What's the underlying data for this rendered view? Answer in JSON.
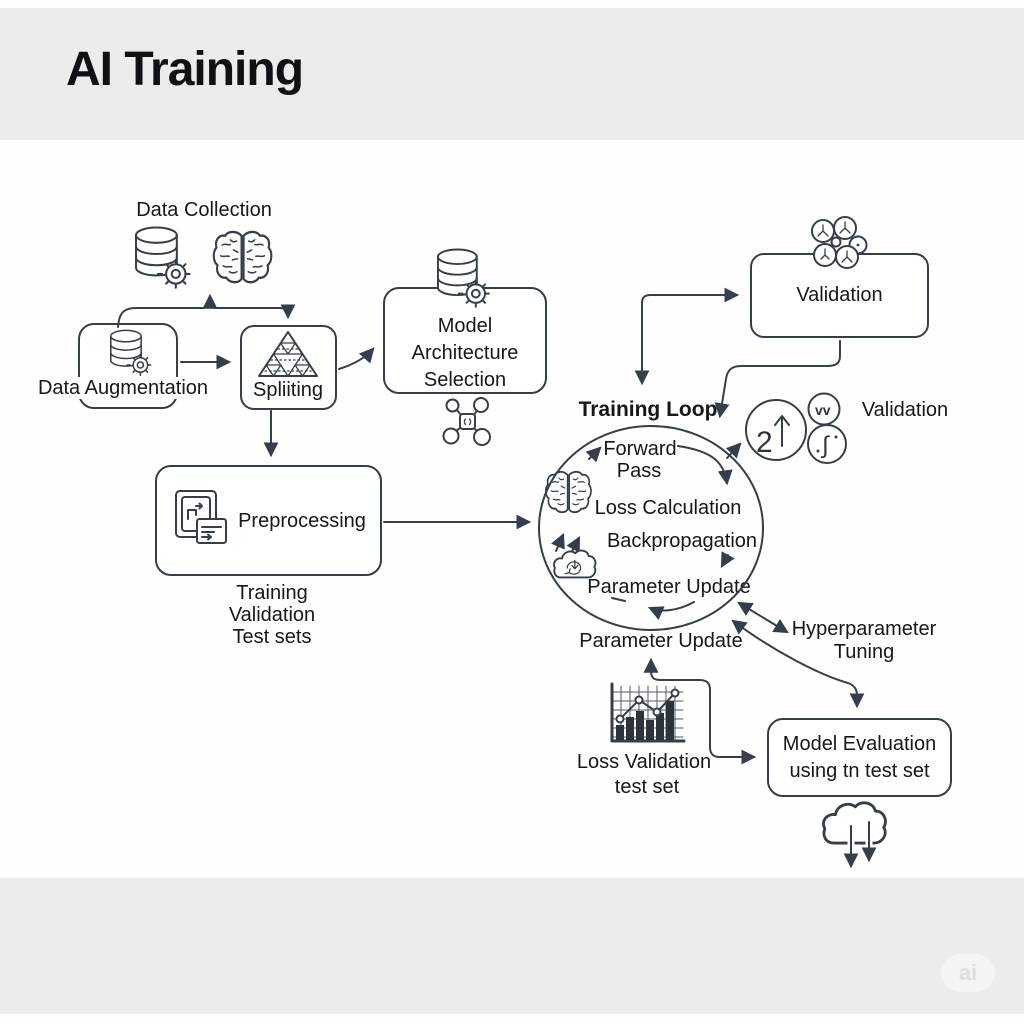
{
  "header": {
    "title": "AI Training"
  },
  "watermark": "ai",
  "colors": {
    "line": "#353e4a",
    "text": "#14171c",
    "band": "#ececec",
    "background": "#ffffff"
  },
  "nodes": {
    "data_collection": {
      "label": "Data Collection"
    },
    "data_augmentation": {
      "label": "Data Augmentation"
    },
    "splitting": {
      "label": "Spliiting"
    },
    "model_architecture": {
      "line1": "Model Architecture",
      "line2": "Selection"
    },
    "preprocessing": {
      "label": "Preprocessing"
    },
    "dataset_split": {
      "lines": [
        "Training",
        "Validation",
        "Test sets"
      ]
    },
    "validation_box": {
      "label": "Validation"
    },
    "validation_metrics": {
      "label": "Validation"
    },
    "training_loop": {
      "title": "Training Loop",
      "forward_line1": "Forward",
      "forward_line2": "Pass",
      "loss": "Loss Calculation",
      "backprop": "Backpropagation",
      "param_update": "Parameter Update"
    },
    "param_update_outer": {
      "label": "Parameter Update"
    },
    "hyperparameter": {
      "line1": "Hyperparameter",
      "line2": "Tuning"
    },
    "loss_validation": {
      "line1": "Loss Validation",
      "line2": "test set"
    },
    "model_evaluation": {
      "line1": "Model Evaluation",
      "line2": "using tn test set"
    }
  },
  "icons": {
    "metric_number": "2",
    "metric_wave": "vv",
    "metric_integral": "∫"
  }
}
